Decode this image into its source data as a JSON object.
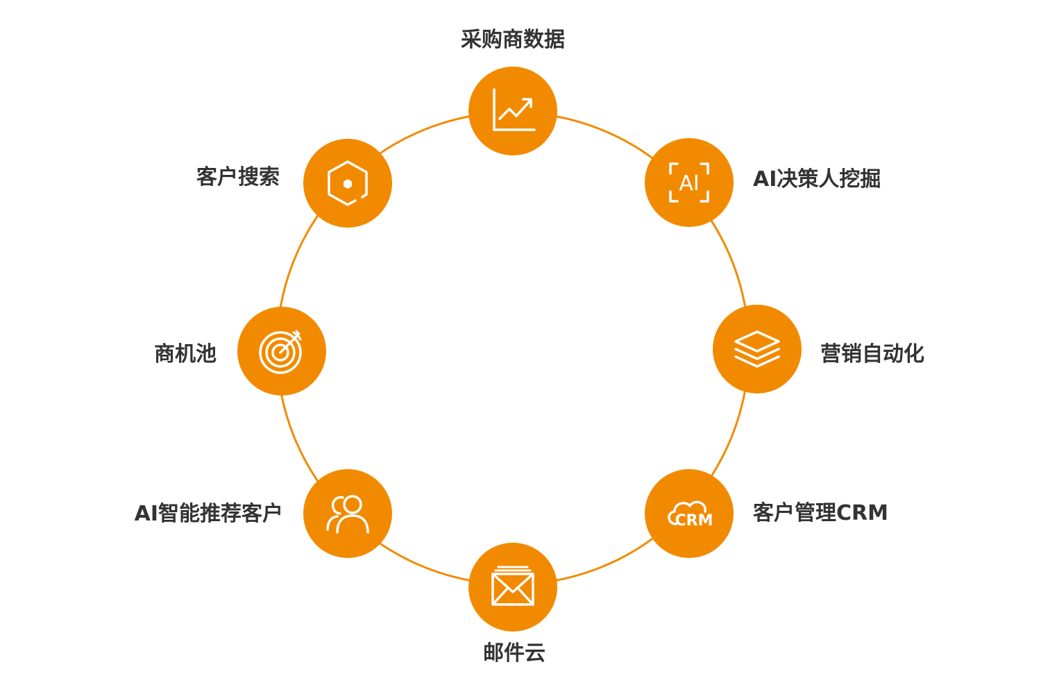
{
  "accent_color": "#f28a00",
  "text_color": "#333333",
  "nodes": [
    {
      "id": "buyer-data",
      "label": "采购商数据",
      "icon": "line-chart-icon"
    },
    {
      "id": "ai-decision-maker",
      "label": "AI决策人挖掘",
      "icon": "ai-scan-icon"
    },
    {
      "id": "marketing-automation",
      "label": "营销自动化",
      "icon": "layers-icon"
    },
    {
      "id": "crm",
      "label": "客户管理CRM",
      "icon": "crm-cloud-icon"
    },
    {
      "id": "email-cloud",
      "label": "邮件云",
      "icon": "mail-icon"
    },
    {
      "id": "ai-recommend",
      "label": "AI智能推荐客户",
      "icon": "users-icon"
    },
    {
      "id": "opportunity-pool",
      "label": "商机池",
      "icon": "target-icon"
    },
    {
      "id": "customer-search",
      "label": "客户搜索",
      "icon": "hexagon-search-icon"
    }
  ],
  "crm_icon_text": "CRM",
  "ai_icon_text": "AI"
}
